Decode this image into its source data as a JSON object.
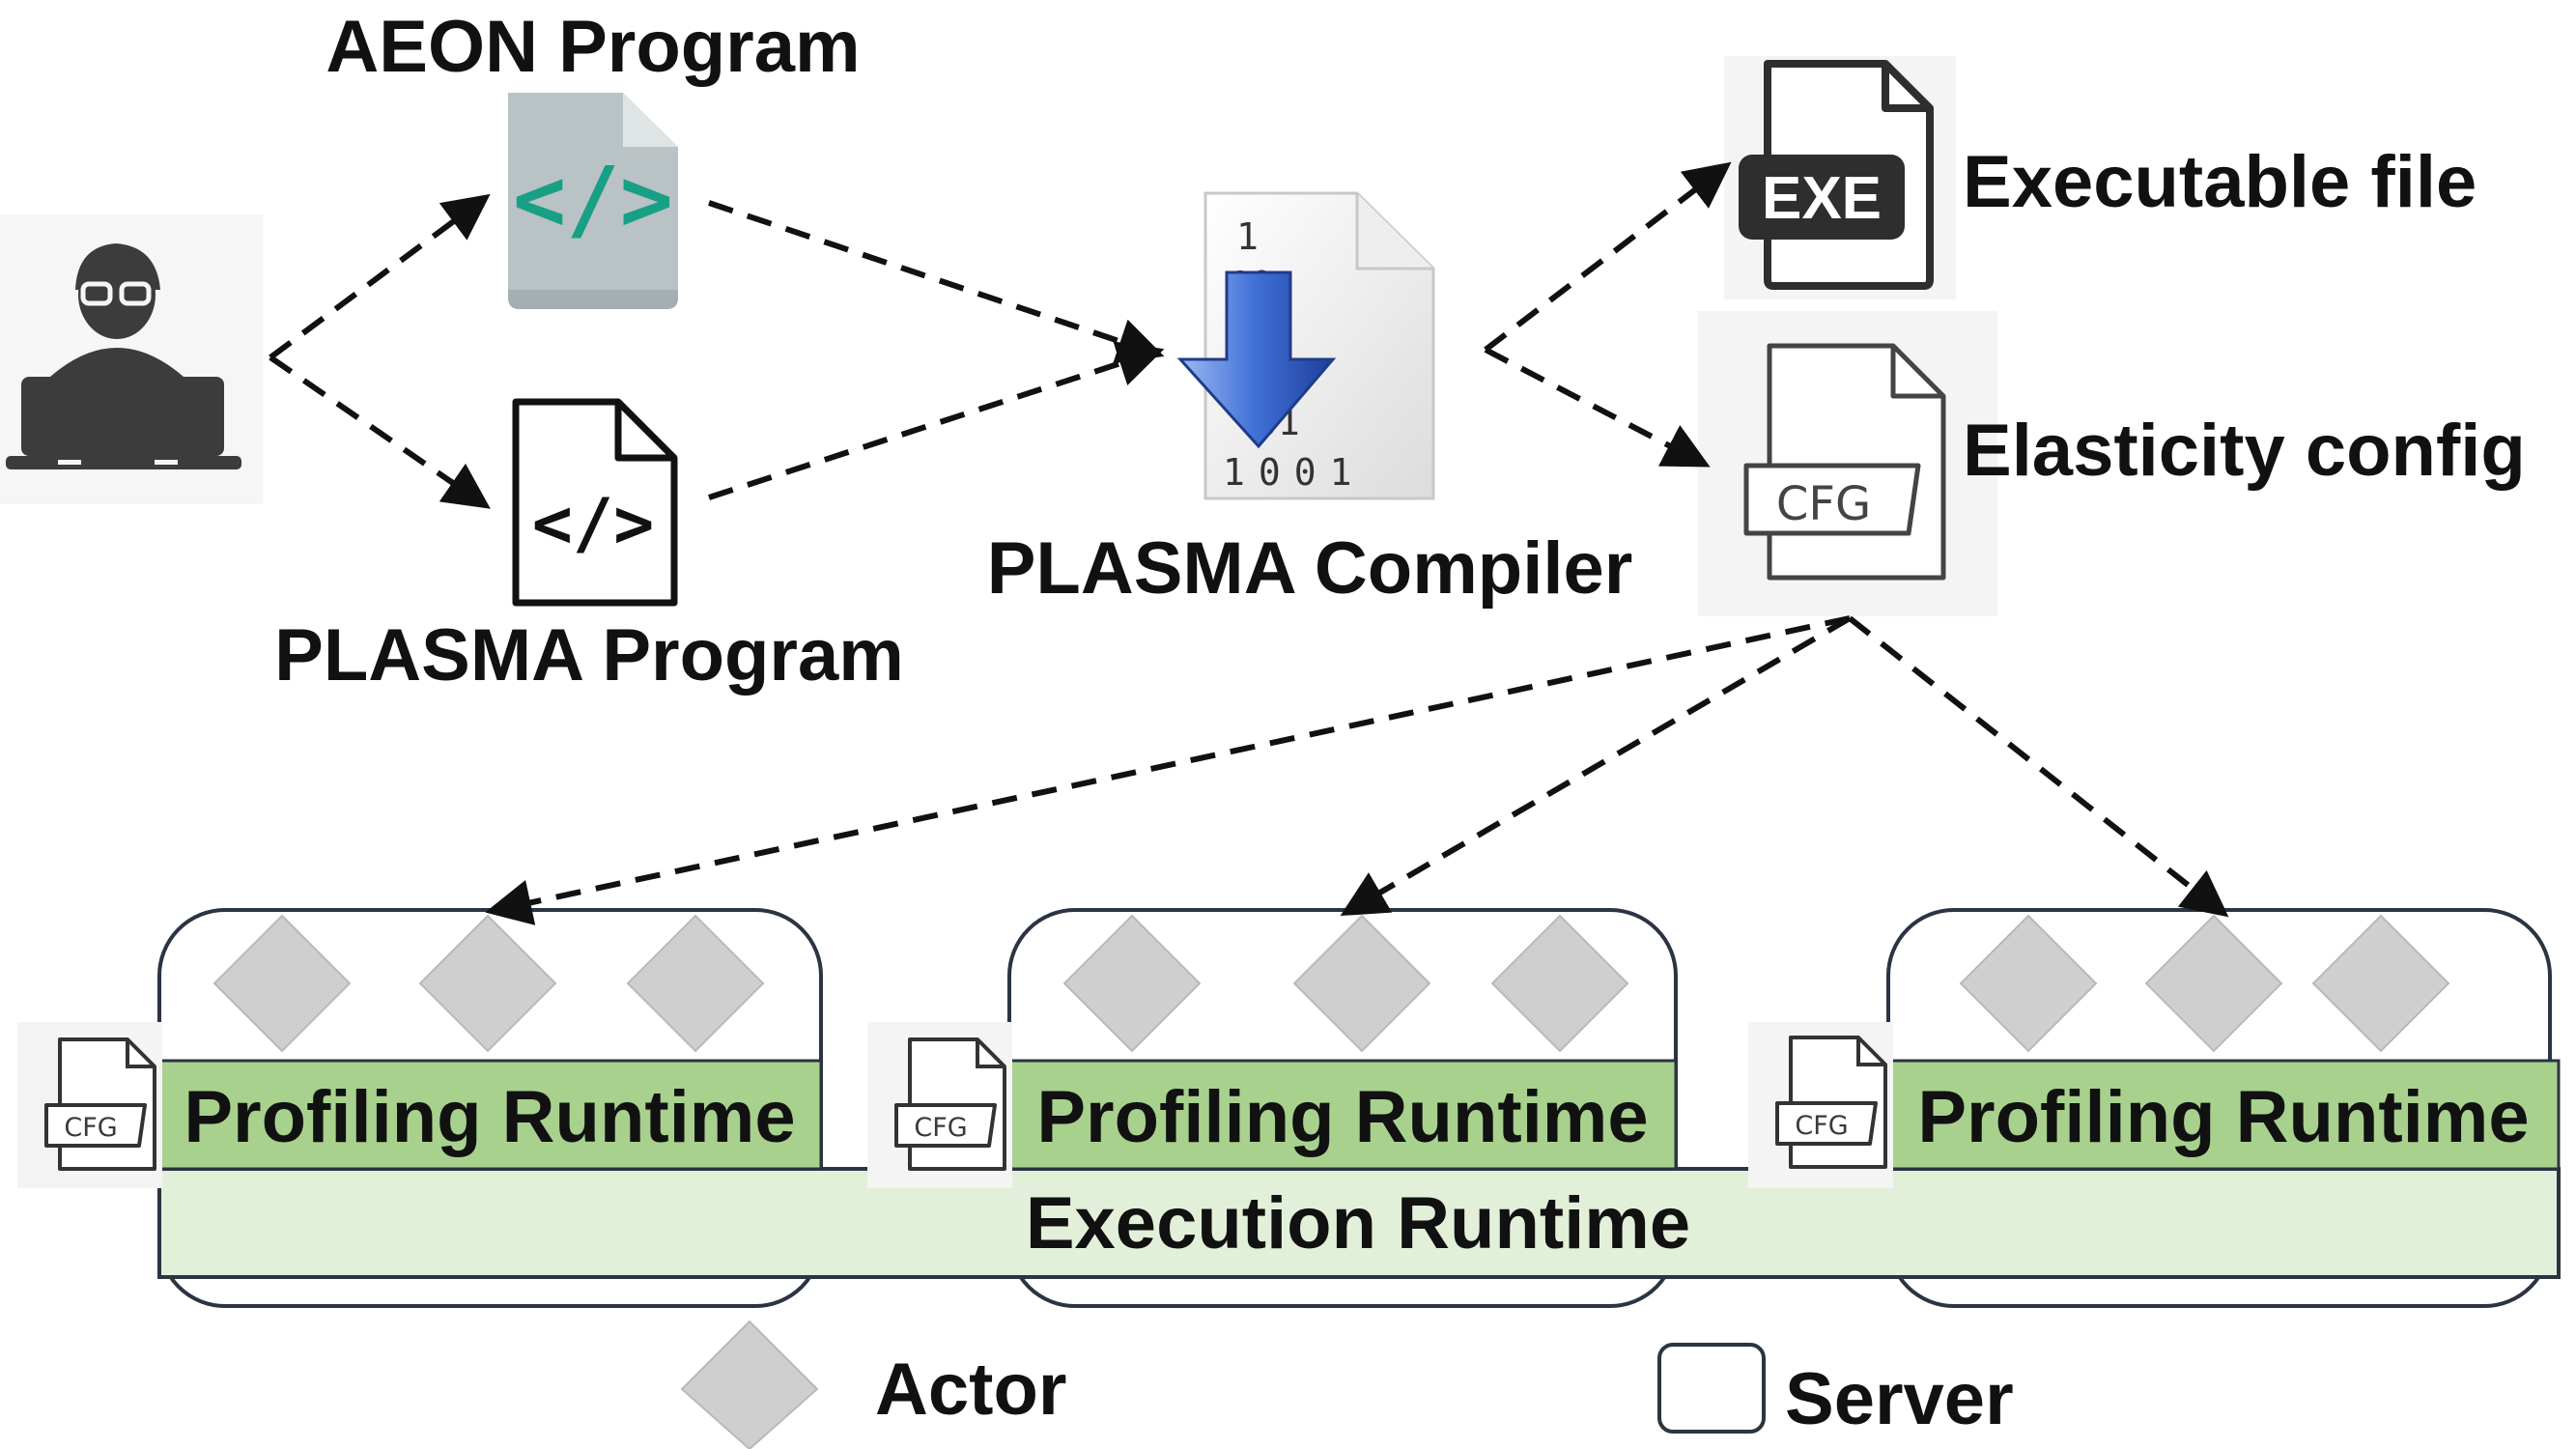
{
  "labels": {
    "aeon_program": "AEON Program",
    "plasma_program": "PLASMA Program",
    "plasma_compiler": "PLASMA Compiler",
    "executable_file": "Executable file",
    "elasticity_config": "Elasticity config",
    "profiling_runtime": "Profiling Runtime",
    "execution_runtime": "Execution Runtime",
    "legend_actor": "Actor",
    "legend_server": "Server"
  },
  "icons": {
    "exe_badge": "EXE",
    "cfg_badge": "CFG",
    "code_glyph": "</>",
    "compiler_bits": [
      "1",
      "10",
      "01",
      "1001"
    ]
  },
  "colors": {
    "profiling_runtime": "#a9d18e",
    "execution_runtime": "#e2f0d9",
    "actor": "#cfcfcf",
    "aeon_file": "#b9c2c4",
    "code_accent": "#17a085",
    "arrow_blue": "#3f6fd6"
  }
}
